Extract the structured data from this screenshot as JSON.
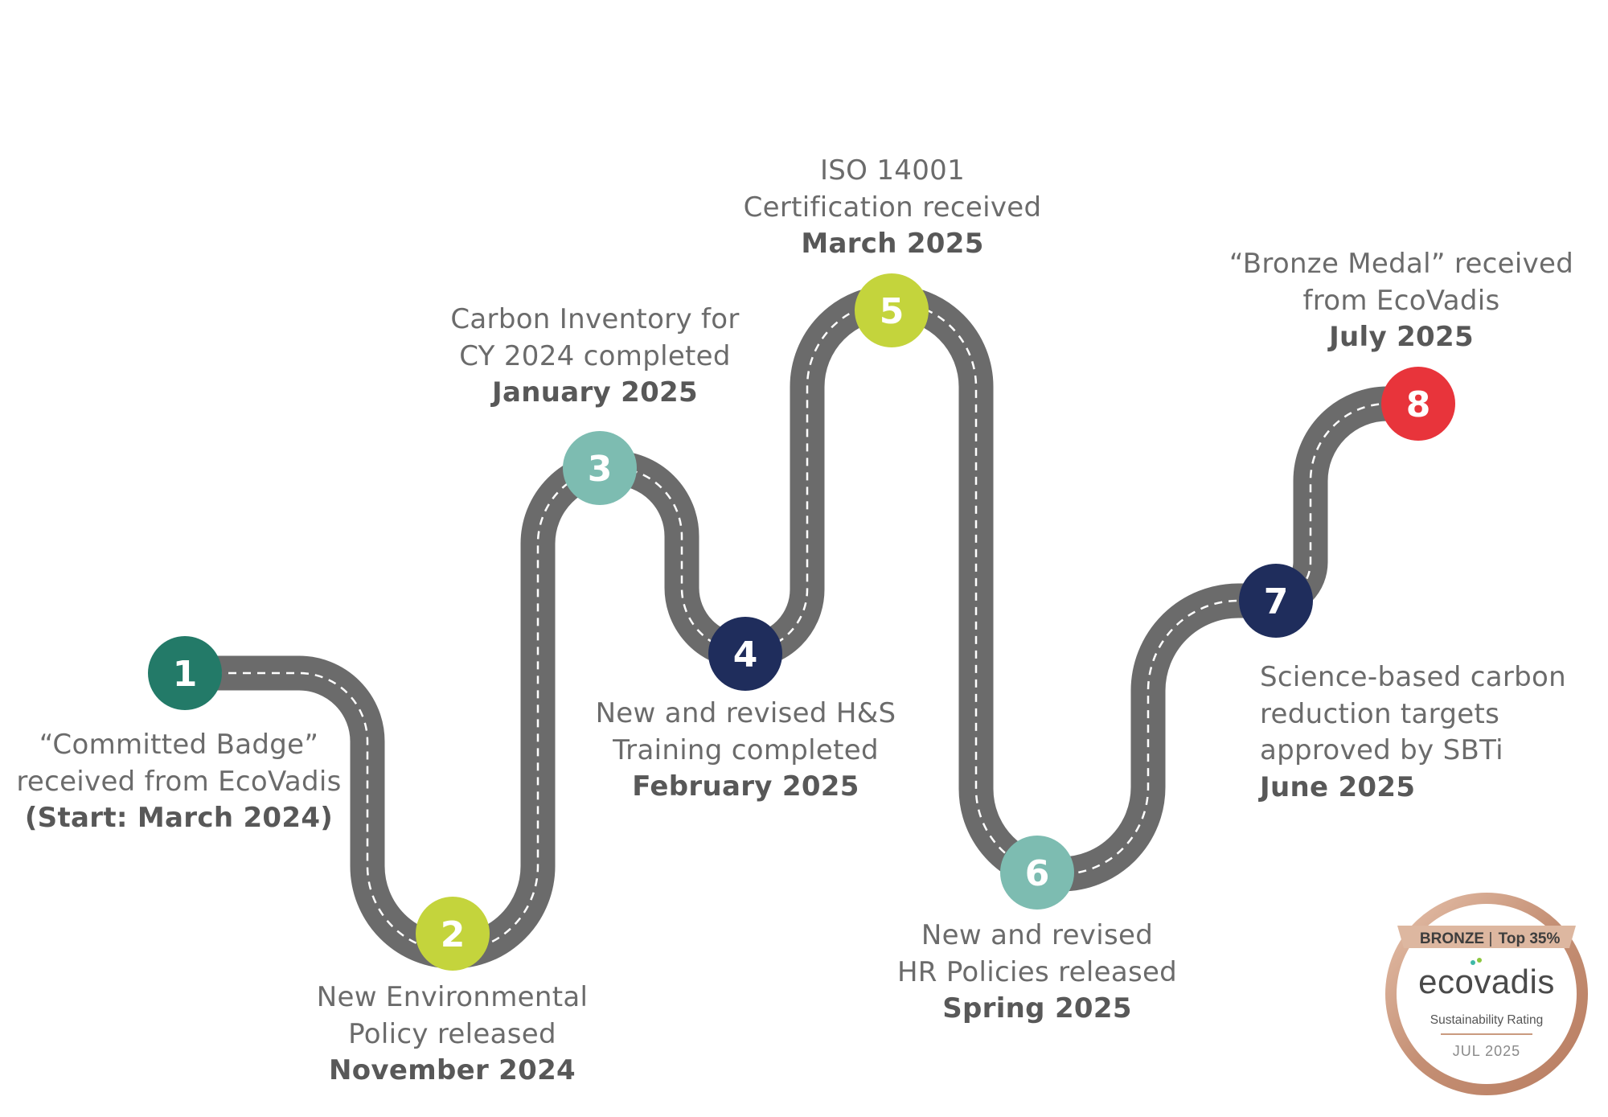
{
  "milestones": [
    {
      "number": "1",
      "color": "#237a68",
      "lines": [
        "“Committed Badge”",
        "received from EcoVadis"
      ],
      "date": "(Start: March 2024)"
    },
    {
      "number": "2",
      "color": "#c4d43c",
      "lines": [
        "New Environmental",
        "Policy released"
      ],
      "date": "November 2024"
    },
    {
      "number": "3",
      "color": "#7dbcb1",
      "lines": [
        "Carbon Inventory for",
        "CY 2024 completed"
      ],
      "date": "January 2025"
    },
    {
      "number": "4",
      "color": "#1f2d5c",
      "lines": [
        "New and revised H&S",
        "Training completed"
      ],
      "date": "February 2025"
    },
    {
      "number": "5",
      "color": "#c4d43c",
      "lines": [
        "ISO 14001",
        "Certification received"
      ],
      "date": "March 2025"
    },
    {
      "number": "6",
      "color": "#7dbcb1",
      "lines": [
        "New and revised",
        "HR Policies released"
      ],
      "date": "Spring 2025"
    },
    {
      "number": "7",
      "color": "#1f2d5c",
      "lines": [
        "Science-based carbon",
        "reduction targets",
        "approved by SBTi"
      ],
      "date": "June 2025"
    },
    {
      "number": "8",
      "color": "#e8343b",
      "lines": [
        "“Bronze Medal” received",
        "from EcoVadis"
      ],
      "date": "July 2025"
    }
  ],
  "badge": {
    "level": "BRONZE",
    "rank": "Top 35%",
    "brand_start": "eco",
    "brand_end": "vadis",
    "subtitle": "Sustainability Rating",
    "date": "JUL 2025"
  },
  "colors": {
    "road": "#6b6b6b",
    "road_dash": "#ffffff",
    "text": "#6b6b6b",
    "bronze": "#c99a7f"
  }
}
